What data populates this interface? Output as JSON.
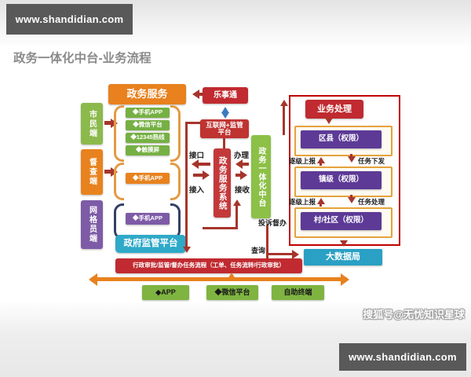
{
  "watermarks": {
    "top_left": "www.shandidian.com",
    "bottom_right": "www.shandidian.com",
    "sohu": "搜狐号@无忧知识星球"
  },
  "title": "政务一体化中台-业务流程",
  "left_terminals": {
    "citizen": "市民端",
    "inspector": "督查端",
    "grid_worker": "网格员端"
  },
  "service_stack": {
    "header": "政务服务",
    "citizen_channels": [
      "◆手机APP",
      "◆微信平台",
      "◆12345热线",
      "◆触摸屏"
    ],
    "inspector_channel": "◆手机APP",
    "grid_channel": "◆手机APP",
    "gov_platform": "政府监管平台"
  },
  "core": {
    "app_top": "乐事通",
    "internet_platform_line1": "互联网+监管",
    "internet_platform_line2": "平台",
    "service_system": "政务服务系统",
    "middle_platform": "政务一体化中台",
    "label_interface": "接口",
    "label_access": "接入",
    "label_handle": "办理",
    "label_receive": "接收",
    "label_complaint": "投诉督办",
    "label_query": "查询"
  },
  "right_panel": {
    "header": "业务处理",
    "level_district": "区县（权限）",
    "level_town": "镇级（权限）",
    "level_village": "村/社区（权限）",
    "label_up1": "逐级上报",
    "label_down1": "任务下发",
    "label_up2": "逐级上报",
    "label_down2": "任务处理"
  },
  "bottom": {
    "big_data_bureau": "大数据局",
    "process_flow": "行政审批/监管/督办任务流程（工单、任务流转/行政审批）",
    "terminal_app": "◆APP",
    "terminal_wechat": "◆微信平台",
    "terminal_kiosk": "自助终端"
  }
}
